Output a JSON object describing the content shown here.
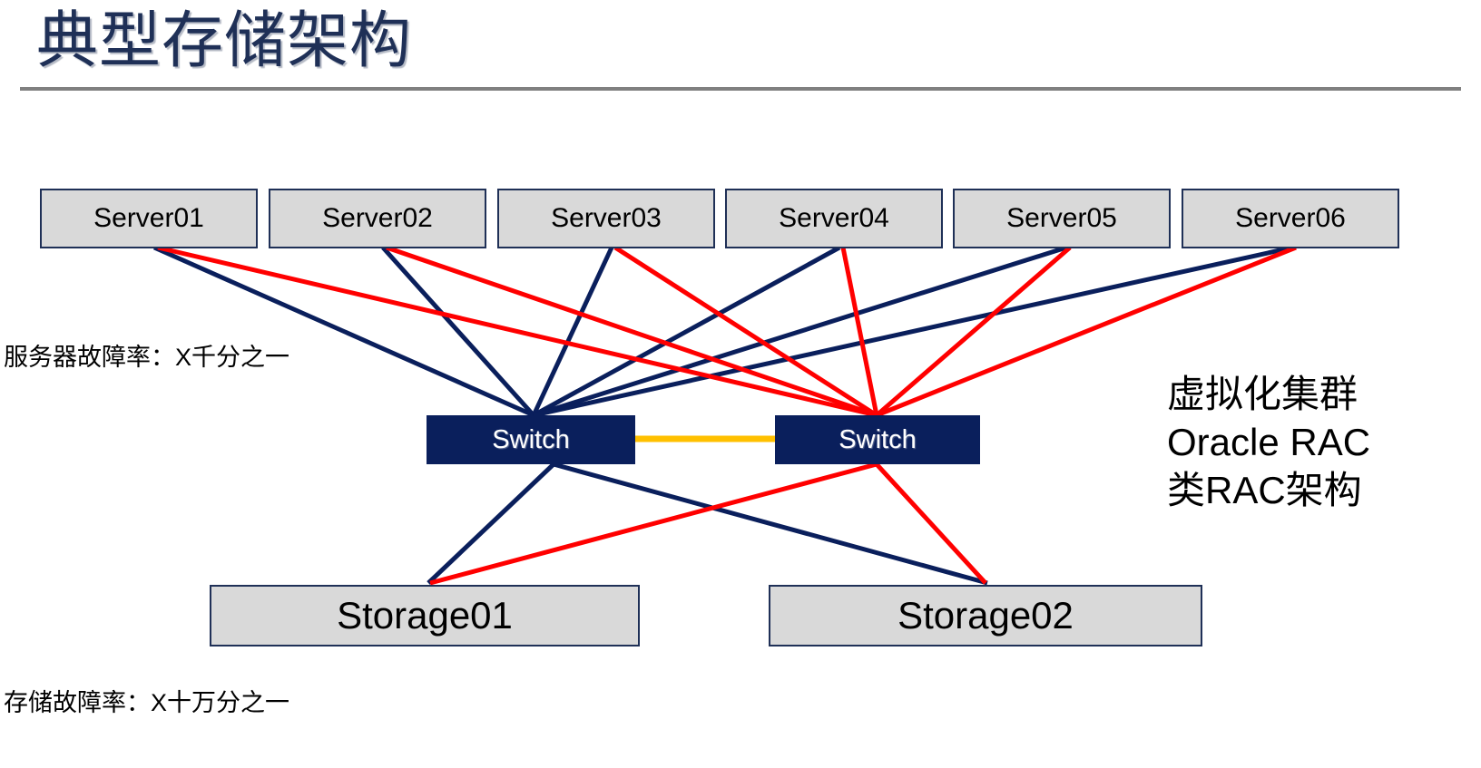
{
  "slide": {
    "title": "典型存储架构",
    "divider": true
  },
  "colors": {
    "title": "#1f3057",
    "divider": "#808080",
    "node_fill": "#d9d9d9",
    "node_border": "#1f3057",
    "switch_fill": "#0a1f5c",
    "switch_text": "#ffffff",
    "link_primary": "#0a1f5c",
    "link_secondary": "#ff0000",
    "interswitch_link": "#ffc000",
    "background": "#ffffff"
  },
  "servers": [
    {
      "id": "server01",
      "label": "Server01"
    },
    {
      "id": "server02",
      "label": "Server02"
    },
    {
      "id": "server03",
      "label": "Server03"
    },
    {
      "id": "server04",
      "label": "Server04"
    },
    {
      "id": "server05",
      "label": "Server05"
    },
    {
      "id": "server06",
      "label": "Server06"
    }
  ],
  "switches": [
    {
      "id": "switch-left",
      "label": "Switch"
    },
    {
      "id": "switch-right",
      "label": "Switch"
    }
  ],
  "storages": [
    {
      "id": "storage01",
      "label": "Storage01"
    },
    {
      "id": "storage02",
      "label": "Storage02"
    }
  ],
  "annotations": {
    "server_failure_rate": "服务器故障率：X千分之一",
    "storage_failure_rate": "存储故障率：X十万分之一"
  },
  "side_note": {
    "line1": "虚拟化集群",
    "line2": "Oracle RAC",
    "line3": "类RAC架构"
  },
  "chart_data": {
    "type": "diagram",
    "title": "典型存储架构",
    "layout": "layered network topology",
    "tiers": [
      {
        "name": "servers",
        "count": 6,
        "labels": [
          "Server01",
          "Server02",
          "Server03",
          "Server04",
          "Server05",
          "Server06"
        ]
      },
      {
        "name": "switches",
        "count": 2,
        "labels": [
          "Switch",
          "Switch"
        ]
      },
      {
        "name": "storages",
        "count": 2,
        "labels": [
          "Storage01",
          "Storage02"
        ]
      }
    ],
    "edges": [
      {
        "from": "Server01",
        "to": "Switch-Left",
        "color": "#0a1f5c"
      },
      {
        "from": "Server02",
        "to": "Switch-Left",
        "color": "#0a1f5c"
      },
      {
        "from": "Server03",
        "to": "Switch-Left",
        "color": "#0a1f5c"
      },
      {
        "from": "Server04",
        "to": "Switch-Left",
        "color": "#0a1f5c"
      },
      {
        "from": "Server05",
        "to": "Switch-Left",
        "color": "#0a1f5c"
      },
      {
        "from": "Server06",
        "to": "Switch-Left",
        "color": "#0a1f5c"
      },
      {
        "from": "Server01",
        "to": "Switch-Right",
        "color": "#ff0000"
      },
      {
        "from": "Server02",
        "to": "Switch-Right",
        "color": "#ff0000"
      },
      {
        "from": "Server03",
        "to": "Switch-Right",
        "color": "#ff0000"
      },
      {
        "from": "Server04",
        "to": "Switch-Right",
        "color": "#ff0000"
      },
      {
        "from": "Server05",
        "to": "Switch-Right",
        "color": "#ff0000"
      },
      {
        "from": "Server06",
        "to": "Switch-Right",
        "color": "#ff0000"
      },
      {
        "from": "Switch-Left",
        "to": "Switch-Right",
        "color": "#ffc000"
      },
      {
        "from": "Switch-Left",
        "to": "Storage01",
        "color": "#0a1f5c"
      },
      {
        "from": "Switch-Left",
        "to": "Storage02",
        "color": "#0a1f5c"
      },
      {
        "from": "Switch-Right",
        "to": "Storage01",
        "color": "#ff0000"
      },
      {
        "from": "Switch-Right",
        "to": "Storage02",
        "color": "#ff0000"
      }
    ],
    "annotations": [
      "服务器故障率：X千分之一",
      "存储故障率：X十万分之一",
      "虚拟化集群",
      "Oracle RAC",
      "类RAC架构"
    ]
  }
}
